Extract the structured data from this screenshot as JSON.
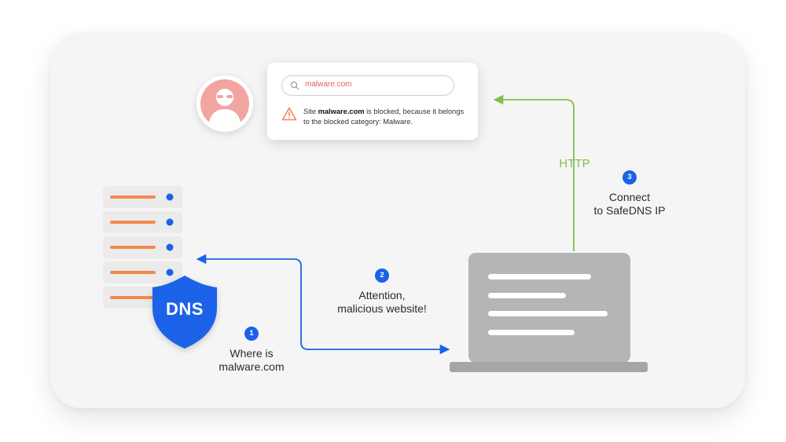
{
  "browser": {
    "search_value": "malware.com",
    "message_prefix": "Site ",
    "message_domain": "malware.com",
    "message_suffix": " is blocked, because it belongs to the blocked category: Malware."
  },
  "protocol_label": "HTTP",
  "dns_label": "DNS",
  "steps": [
    {
      "number": "1",
      "line1": "Where is",
      "line2": "malware.com"
    },
    {
      "number": "2",
      "line1": "Attention,",
      "line2": "malicious website!"
    },
    {
      "number": "3",
      "line1": "Connect",
      "line2": "to SafeDNS IP"
    }
  ],
  "colors": {
    "accent_blue": "#1a62e8",
    "http_green": "#7cc04b",
    "server_bar_orange": "#f28a4b",
    "avatar_pink": "#f2a5a0",
    "laptop_gray": "#b5b5b5",
    "warning_orange": "#f0875a"
  },
  "icons": [
    "user-avatar-icon",
    "search-icon",
    "warning-icon",
    "server-rack-icon",
    "dns-shield-icon",
    "laptop-icon"
  ]
}
